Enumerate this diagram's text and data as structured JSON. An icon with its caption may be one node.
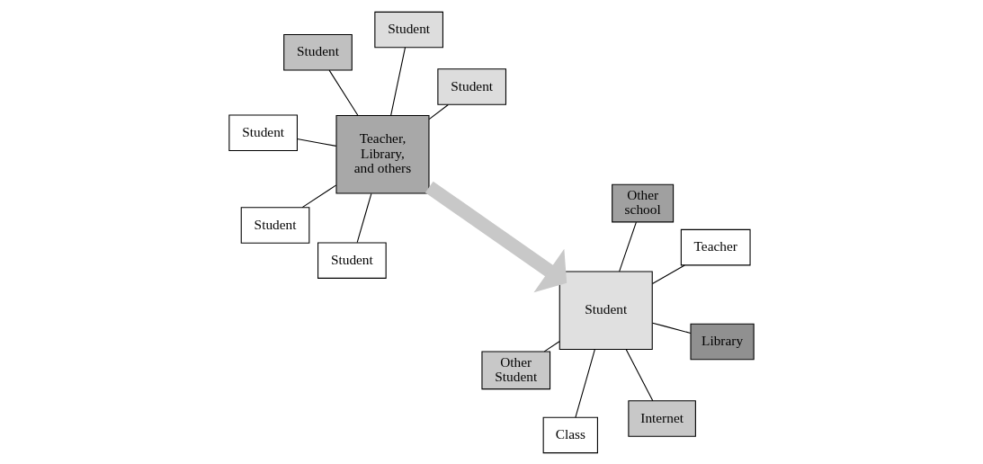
{
  "diagram": {
    "nodes": [
      {
        "text": [
          "Student"
        ]
      },
      {
        "text": [
          "Student"
        ]
      },
      {
        "text": [
          "Student"
        ]
      },
      {
        "text": [
          "Teacher, Library, and others"
        ]
      },
      {
        "text": [
          "Student"
        ]
      },
      {
        "text": [
          "Student"
        ]
      },
      {
        "text": [
          "Student"
        ]
      },
      {
        "text": [
          "Library"
        ]
      },
      {
        "text": [
          "Class"
        ]
      },
      {
        "text": [
          "Internet"
        ]
      },
      {
        "text": [
          "Student"
        ]
      },
      {
        "text": [
          "Other Student"
        ]
      },
      {
        "text": [
          "Teacher"
        ]
      },
      {
        "text": [
          "Other school"
        ]
      }
    ],
    "edges": [
      {
        "from": 3,
        "to": 0,
        "arrow": "none"
      },
      {
        "from": 3,
        "to": 1,
        "arrow": "none"
      },
      {
        "from": 3,
        "to": 2,
        "arrow": "none"
      },
      {
        "from": 3,
        "to": 4,
        "arrow": "none"
      },
      {
        "from": 3,
        "to": 5,
        "arrow": "none"
      },
      {
        "from": 3,
        "to": 6,
        "arrow": "none"
      },
      {
        "from": 3,
        "to": 10,
        "arrow": "to",
        "style": "thick",
        "color": "#c8c8c8"
      },
      {
        "from": 10,
        "to": 7,
        "arrow": "none"
      },
      {
        "from": 10,
        "to": 8,
        "arrow": "none"
      },
      {
        "from": 10,
        "to": 9,
        "arrow": "none"
      },
      {
        "from": 10,
        "to": 11,
        "arrow": "none"
      },
      {
        "from": 10,
        "to": 12,
        "arrow": "none"
      },
      {
        "from": 10,
        "to": 13,
        "arrow": "none"
      }
    ]
  }
}
